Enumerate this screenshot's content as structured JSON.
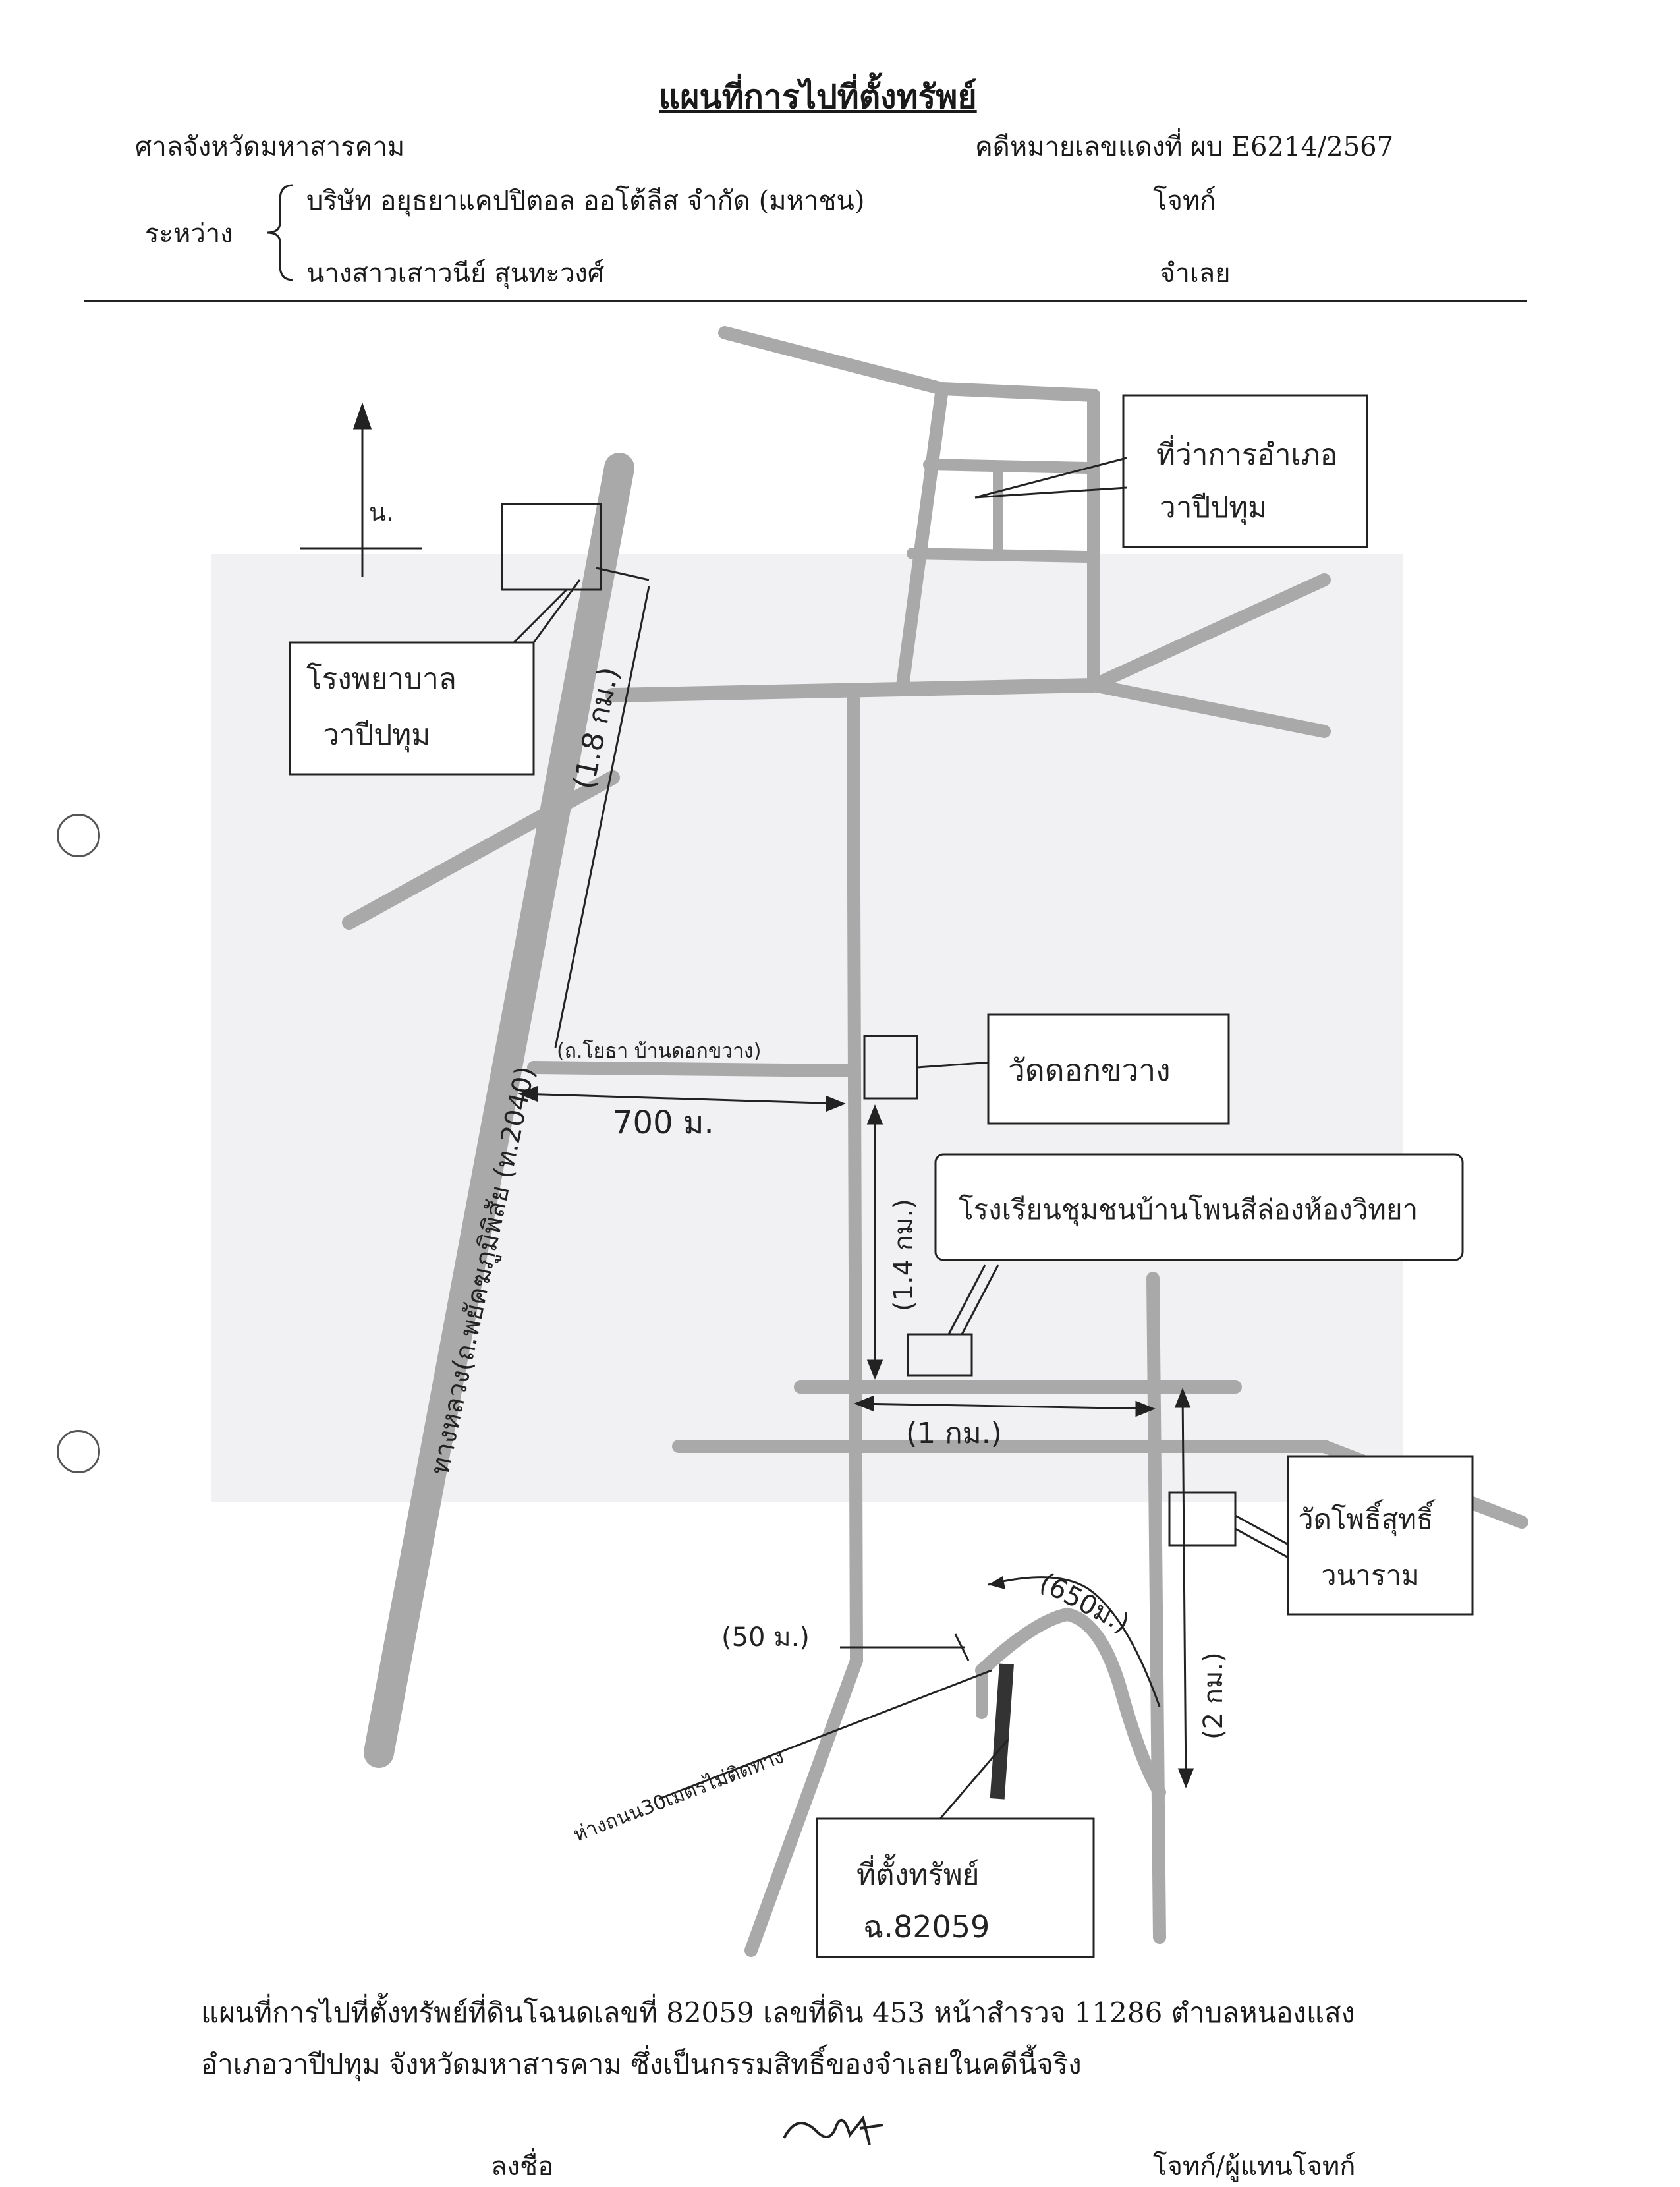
{
  "header": {
    "title": "แผนที่การไปที่ตั้งทรัพย์",
    "court": "ศาลจังหวัดมหาสารคาม",
    "case_number": "คดีหมายเลขแดงที่ ผบ E6214/2567",
    "between": "ระหว่าง",
    "plaintiff": "บริษัท อยุธยาแคปปิตอล ออโต้ลีส จำกัด (มหาชน)",
    "plaintiff_role": "โจทก์",
    "defendant": "นางสาวเสาวนีย์ สุนทะวงศ์",
    "defendant_role": "จำเลย"
  },
  "map": {
    "north_label": "น.",
    "labels": {
      "hospital": [
        "โรงพยาบาล",
        "วาปีปทุม"
      ],
      "district_office": [
        "ที่ว่าการอำเภอ",
        "วาปีปทุม"
      ],
      "temple_north": "วัดดอกขวาง",
      "school": "โรงเรียนชุมชนบ้านโพนสีล่องห้องวิทยา",
      "temple_south": [
        "วัดโพธิ์สุทธิ์",
        "วนาราม"
      ],
      "property": [
        "ที่ตั้งทรัพย์",
        "ฉ.82059"
      ],
      "highway": "ทางหลวง(ถ.พยัคฆภูมิพิสัย (ท.2040)",
      "side_road": "(ถ.โยธา บ้านดอกขวาง)",
      "road_note": "ห่างถนน30เมตรไม่ติดทาง"
    },
    "distances": {
      "d_1_8km": "(1.8 กม.)",
      "d_700m": "700 ม.",
      "d_1_4km": "(1.4 กม.)",
      "d_1km": "(1 กม.)",
      "d_2km": "(2 กม.)",
      "d_650m": "(650ม.)",
      "d_50m": "(50 ม.)"
    }
  },
  "footer": {
    "description_line1": "แผนที่การไปที่ตั้งทรัพย์ที่ดินโฉนดเลขที่ 82059 เลขที่ดิน 453 หน้าสำรวจ 11286 ตำบลหนองแสง",
    "description_line2": "อำเภอวาปีปทุม จังหวัดมหาสารคาม ซึ่งเป็นกรรมสิทธิ์ของจำเลยในคดีนี้จริง",
    "sign_label": "ลงชื่อ",
    "sign_role": "โจทก์/ผู้แทนโจทก์"
  }
}
